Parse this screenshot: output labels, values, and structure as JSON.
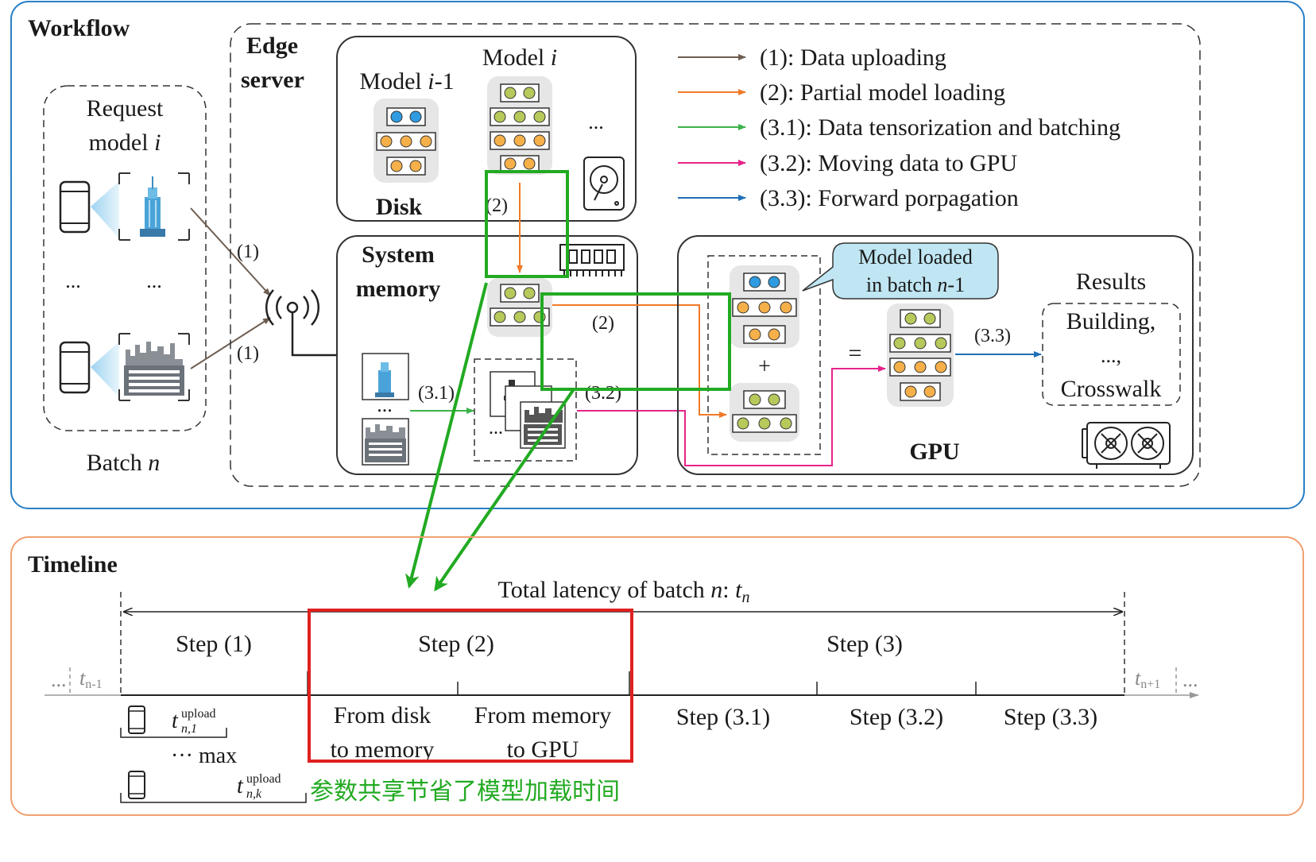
{
  "workflow": {
    "title": "Workflow",
    "edge_server": [
      "Edge",
      "server"
    ],
    "request": {
      "line1": "Request",
      "line2_text": "model ",
      "line2_var": "i",
      "ellipsis": "...",
      "batch_text": "Batch ",
      "batch_var": "n"
    },
    "disk": {
      "model_prev_text": "Model ",
      "model_prev_var": "i",
      "model_prev_suffix": "-1",
      "model_i_text": "Model ",
      "model_i_var": "i",
      "ellipsis": "...",
      "label": "Disk"
    },
    "memory": {
      "line1": "System",
      "line2": "memory",
      "ellipsis": "..."
    },
    "gpu": {
      "label": "GPU",
      "bubble_line1": "Model loaded",
      "bubble_line2_text": "in batch ",
      "bubble_line2_var": "n",
      "bubble_line2_suffix": "-1",
      "plus": "+",
      "equals": "=",
      "results_title": "Results",
      "results": [
        "Building,",
        "...,",
        "Crosswalk"
      ]
    },
    "arrow_labels": {
      "upload": "(1)",
      "loading": "(2)",
      "tensorize": "(3.1)",
      "move": "(3.2)",
      "forward": "(3.3)"
    },
    "legend": [
      {
        "label": "(1): Data uploading",
        "color": "#6f5e52"
      },
      {
        "label": "(2): Partial model loading",
        "color": "#f07a28"
      },
      {
        "label": "(3.1): Data tensorization and batching",
        "color": "#3cb34a"
      },
      {
        "label": "(3.2): Moving data to GPU",
        "color": "#e6238a"
      },
      {
        "label": "(3.3): Forward porpagation",
        "color": "#1f6fb5"
      }
    ]
  },
  "timeline": {
    "title": "Timeline",
    "total_text": "Total latency of batch ",
    "total_var": "n",
    "total_sep": ": ",
    "total_t": "t",
    "total_sub": "n",
    "left_ellipsis": "...",
    "right_ellipsis": "...",
    "t_prev": "t",
    "t_prev_sub": "n-1",
    "t_next": "t",
    "t_next_sub": "n+1",
    "step1": "Step (1)",
    "step2": "Step (2)",
    "step3": "Step (3)",
    "from_disk": [
      "From disk",
      "to memory"
    ],
    "from_mem": [
      "From memory",
      "to GPU"
    ],
    "step31": "Step (3.1)",
    "step32": "Step (3.2)",
    "step33": "Step (3.3)",
    "upload_sup": "upload",
    "upload_sub1": "n,1",
    "upload_subk": "n,k",
    "upload_t": "t",
    "max_text": "··· max",
    "annotation": "参数共享节省了模型加载时间"
  },
  "colors": {
    "workflow_border": "#2a7fc6",
    "timeline_border": "#f0a070",
    "highlight_green": "#22aa22",
    "highlight_red": "#e02020",
    "node_orange": "#f5b04a",
    "node_green": "#b6c95a",
    "node_blue": "#2f9be0"
  }
}
